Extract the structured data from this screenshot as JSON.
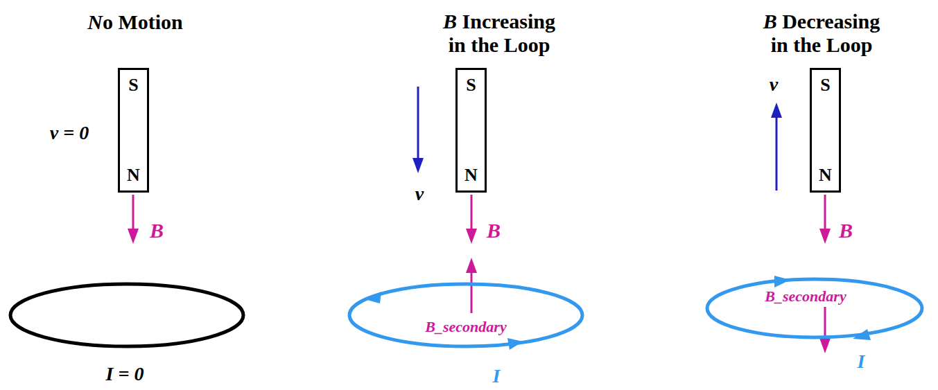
{
  "diagram": {
    "nodes": [
      {
        "text": [
          "S",
          "N"
        ]
      },
      {
        "text": [
          "I = 0"
        ]
      },
      {
        "text": [
          "S",
          "N"
        ]
      },
      {
        "text": [
          "B_secondary",
          "I"
        ]
      },
      {
        "text": [
          "S",
          "N"
        ]
      },
      {
        "text": [
          "B_secondary",
          "I"
        ]
      }
    ],
    "labels": [
      "No Motion",
      "v = 0",
      "B",
      "B Increasing in the Loop",
      "v",
      "B",
      "B Decreasing in the Loop",
      "v",
      "B"
    ]
  }
}
